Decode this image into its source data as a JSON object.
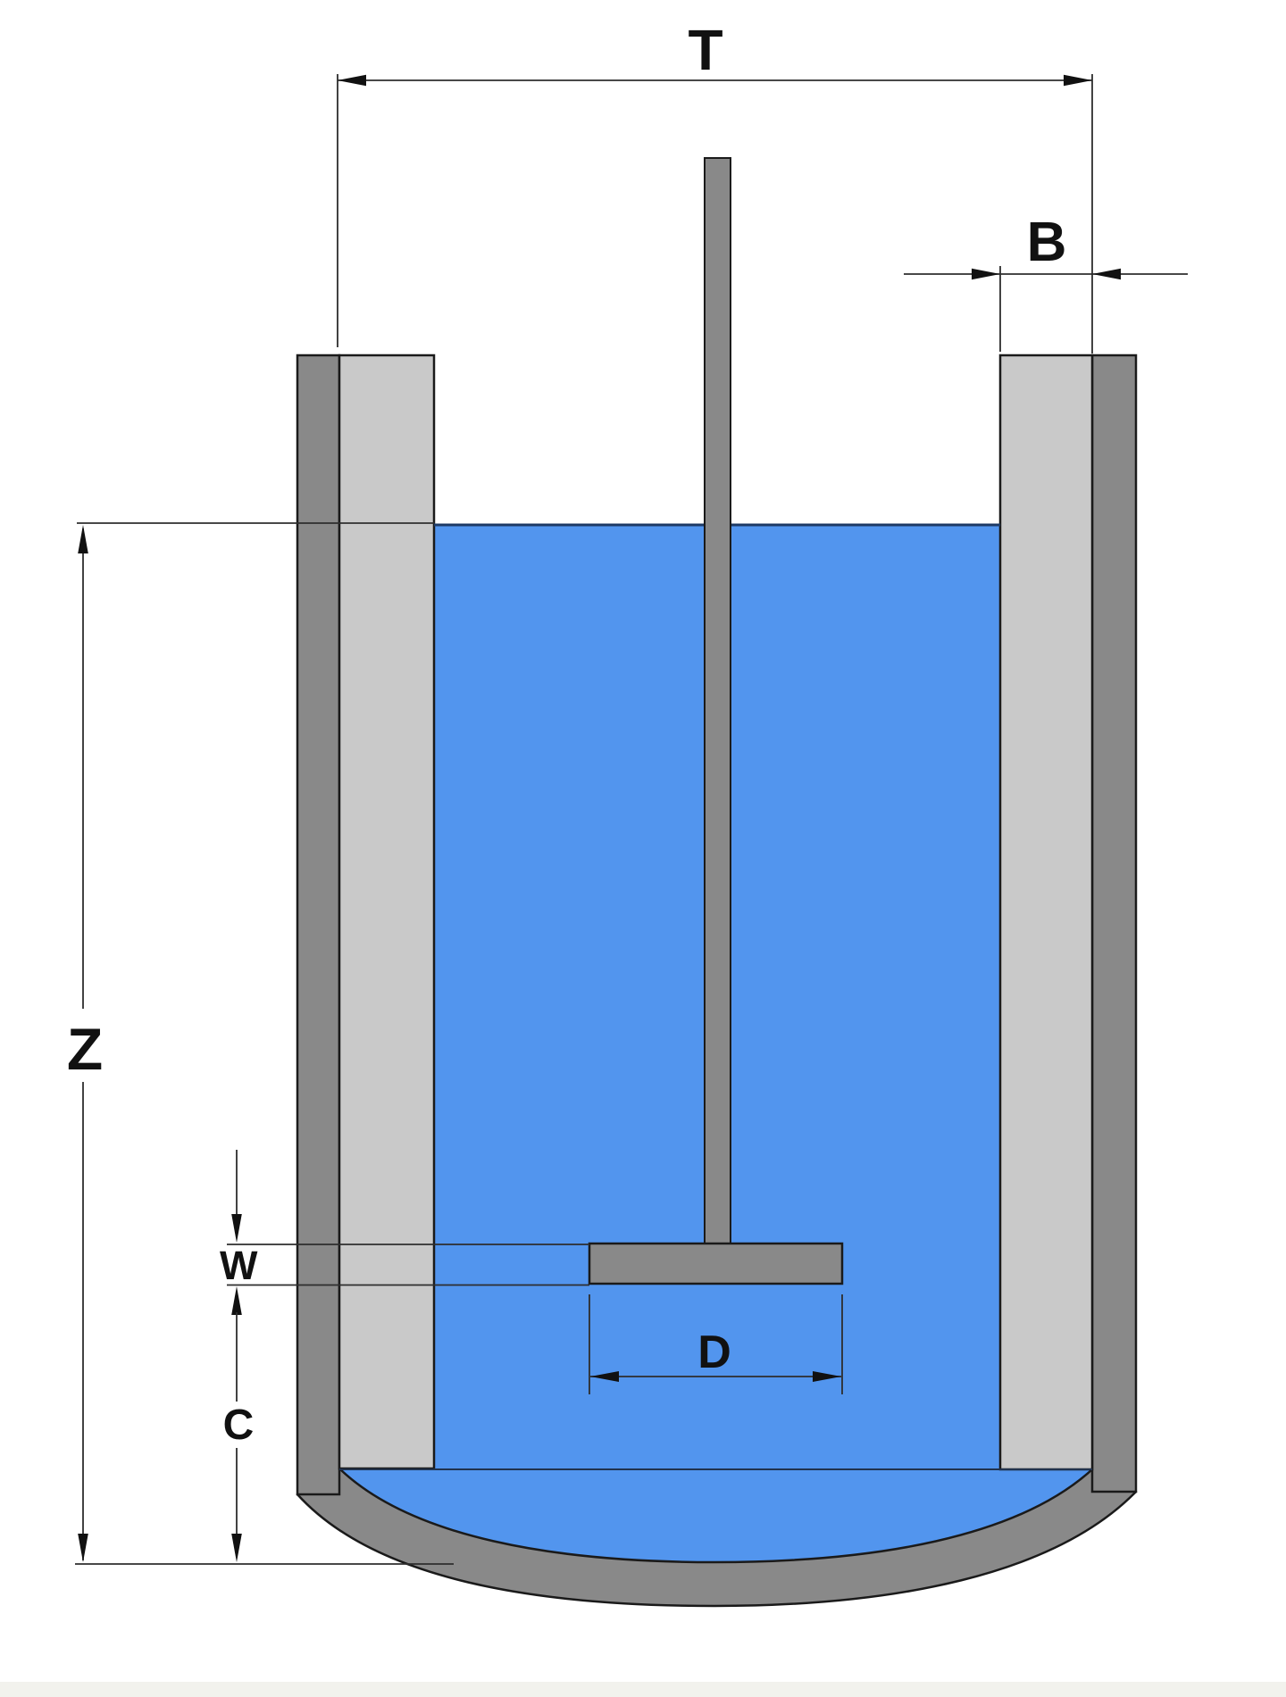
{
  "diagram": {
    "labels": {
      "tank_diameter": "T",
      "baffle_width": "B",
      "liquid_height": "Z",
      "blade_width": "W",
      "bottom_clearance": "C",
      "impeller_diameter": "D"
    }
  },
  "colors": {
    "background": "#ffffff",
    "footer_strip": "#f2f2ed",
    "wall_gray": "#898989",
    "baffle_gray": "#c9c9c9",
    "liquid_blue": "#5295ee",
    "surface_navy": "#1d3a66",
    "outline_black": "#1a1a1a",
    "dim_line": "#2e2e2e",
    "arrow_black": "#111111"
  }
}
